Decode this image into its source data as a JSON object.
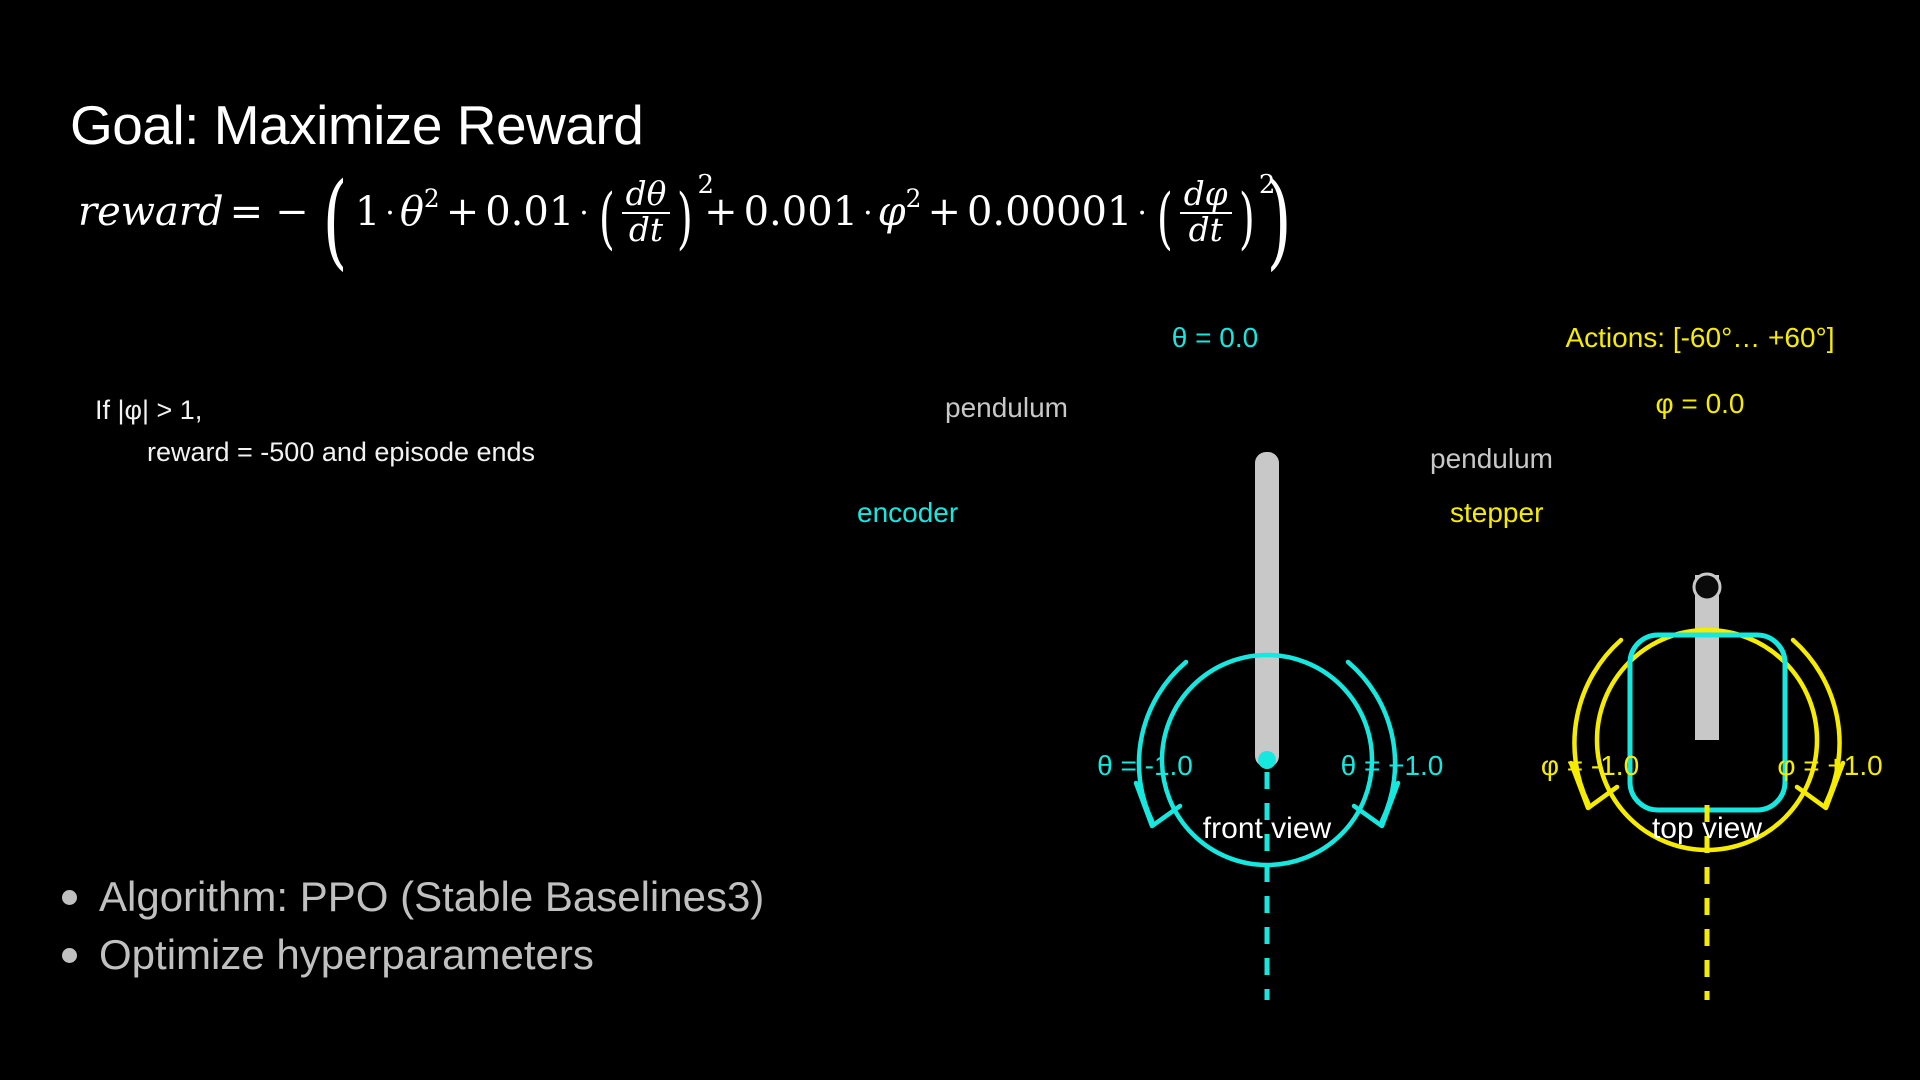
{
  "slide": {
    "background_color": "#000000",
    "title": "Goal: Maximize Reward"
  },
  "formula": {
    "latex_plain": "reward = -(1 · θ² + 0.01 · (dθ/dt)² + 0.001 · φ² + 0.00001 · (dφ/dt)²)",
    "lhs": "reward",
    "equals": "=",
    "minus": "−",
    "coef_theta": "1",
    "var_theta": "θ",
    "exp_theta": "2",
    "plus1": "+",
    "coef_dtheta": "0.01",
    "dtheta_num": "dθ",
    "dtheta_den": "dt",
    "exp_dtheta": "2",
    "plus2": "+",
    "coef_phi": "0.001",
    "var_phi": "φ",
    "exp_phi": "2",
    "plus3": "+",
    "coef_dphi": "0.00001",
    "dphi_num": "dφ",
    "dphi_den": "dt",
    "exp_dphi": "2",
    "cdot": "·",
    "paren_open": "(",
    "paren_close": ")"
  },
  "condition": {
    "line1": "If |φ| > 1,",
    "line2": "reward = -500 and episode ends"
  },
  "bullets": [
    {
      "label": "Algorithm: PPO (Stable Baselines3)"
    },
    {
      "label": "Optimize hyperparameters"
    }
  ],
  "front_view": {
    "angle_top": "θ = 0.0",
    "pendulum_label": "pendulum",
    "sensor_label": "encoder",
    "angle_left": "θ = -1.0",
    "angle_right": "θ = +1.0",
    "view_caption": "front view",
    "accent_color": "#16e8e0",
    "rod_color": "#c8c8c8"
  },
  "top_view": {
    "actions_label": "Actions: [-60°… +60°]",
    "angle_top": "φ = 0.0",
    "pendulum_label": "pendulum",
    "sensor_label": "stepper",
    "angle_left": "φ = -1.0",
    "angle_right": "φ = +1.0",
    "view_caption": "top view",
    "accent_color": "#f5ec00",
    "body_color": "#16e8e0",
    "rod_color": "#c8c8c8"
  },
  "colors": {
    "cyan": "#16e8e0",
    "yellow": "#f5ec00",
    "gray": "#c8c8c8",
    "white": "#ffffff",
    "bullet_gray": "#c0c0c0",
    "background": "#000000"
  }
}
